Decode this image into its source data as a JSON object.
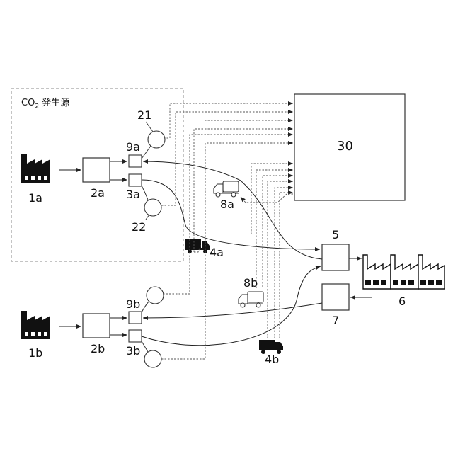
{
  "diagram": {
    "region_label": {
      "prefix": "CO",
      "subscript": "2",
      "suffix": " 発生源"
    },
    "labels": {
      "l1a": "1a",
      "l1b": "1b",
      "l2a": "2a",
      "l2b": "2b",
      "l3a": "3a",
      "l3b": "3b",
      "l4a": "4a",
      "l4b": "4b",
      "l5": "5",
      "l6": "6",
      "l7": "7",
      "l8a": "8a",
      "l8b": "8b",
      "l9a": "9a",
      "l9b": "9b",
      "l21": "21",
      "l22": "22",
      "l30": "30"
    }
  }
}
